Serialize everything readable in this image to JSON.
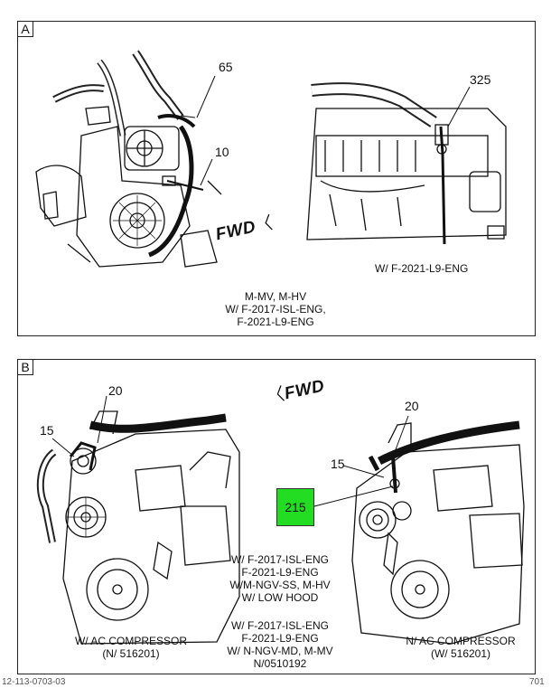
{
  "panel_a": {
    "letter": "A",
    "callouts": {
      "c65": "65",
      "c10": "10",
      "c325": "325"
    },
    "fwd": "FWD",
    "right_caption": "W/ F-2021-L9-ENG",
    "left_caption": [
      "M-MV, M-HV",
      "W/ F-2017-ISL-ENG,",
      "F-2021-L9-ENG"
    ]
  },
  "panel_b": {
    "letter": "B",
    "fwd": "FWD",
    "callouts": {
      "c20_left": "20",
      "c15_left": "15",
      "c20_right": "20",
      "c15_right": "15",
      "c215": "215"
    },
    "middle_note_1": [
      "W/ F-2017-ISL-ENG",
      "F-2021-L9-ENG",
      "W/M-NGV-SS, M-HV",
      "W/ LOW HOOD"
    ],
    "middle_note_2": [
      "W/ F-2017-ISL-ENG",
      "F-2021-L9-ENG",
      "W/ N-NGV-MD, M-MV",
      "N/0510192"
    ],
    "left_caption": [
      "W/ AC COMPRESSOR",
      "(N/ 516201)"
    ],
    "right_caption": [
      "N/ AC COMPRESSOR",
      "(W/ 516201)"
    ]
  },
  "colors": {
    "callout_highlight": "#22dd22",
    "line": "#111111"
  },
  "footer": {
    "left": "12-113-0703-03",
    "right": "701"
  }
}
